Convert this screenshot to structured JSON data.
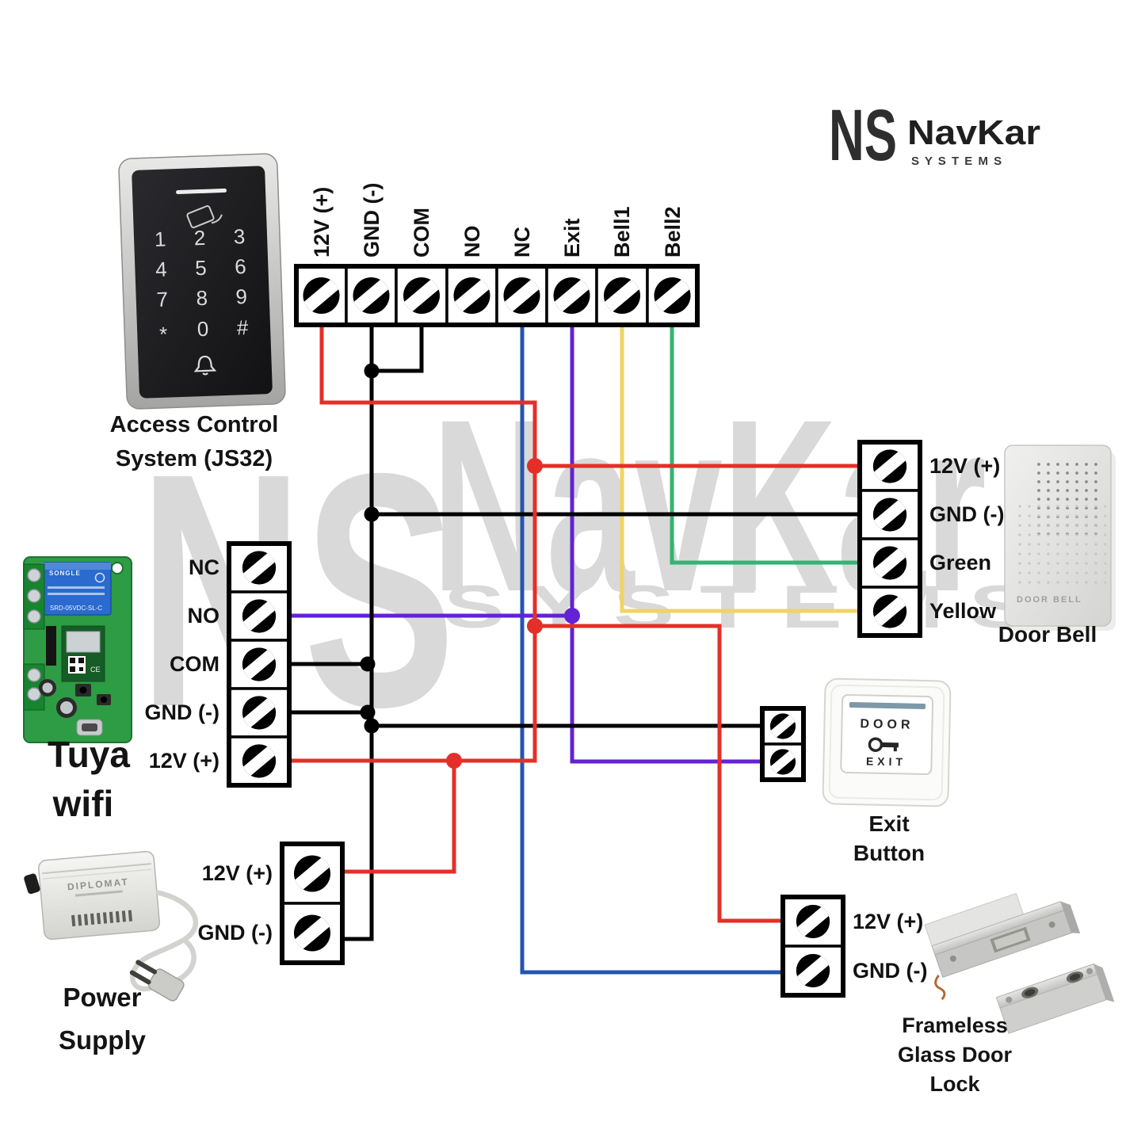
{
  "logo": {
    "monogram": "NS",
    "name": "NavKar",
    "systems": "S Y S T E M S"
  },
  "watermark": {
    "monogram": "NS",
    "name": "NavKar",
    "systems": "S Y S T E M S"
  },
  "main_block": {
    "labels": [
      "12V (+)",
      "GND (-)",
      "COM",
      "NO",
      "NC",
      "Exit",
      "Bell1",
      "Bell2"
    ]
  },
  "access_control": {
    "caption1": "Access Control",
    "caption2": "System (JS32)",
    "keys": [
      "1",
      "2",
      "3",
      "4",
      "5",
      "6",
      "7",
      "8",
      "9",
      "*",
      "0",
      "#"
    ]
  },
  "tuya": {
    "caption1": "Tuya",
    "caption2": "wifi",
    "labels": [
      "NC",
      "NO",
      "COM",
      "GND (-)",
      "12V (+)"
    ],
    "relay_brand": "SONGLE",
    "relay_model": "SRD-05VDC-SL-C",
    "module_mark": "CE"
  },
  "power_supply": {
    "caption1": "Power",
    "caption2": "Supply",
    "brand": "DIPLOMAT",
    "labels": [
      "12V (+)",
      "GND (-)"
    ]
  },
  "door_bell": {
    "caption": "Door Bell",
    "device_label": "DOOR BELL",
    "labels": [
      "12V (+)",
      "GND (-)",
      "Green",
      "Yellow"
    ]
  },
  "exit_button": {
    "caption1": "Exit",
    "caption2": "Button",
    "device_line1": "DOOR",
    "device_line2": "EXIT"
  },
  "glass_lock": {
    "caption1": "Frameless",
    "caption2": "Glass Door",
    "caption3": "Lock",
    "labels": [
      "12V (+)",
      "GND (-)"
    ]
  },
  "wire_colors": {
    "red": "#e42f28",
    "black": "#000000",
    "blue": "#2356b0",
    "purple": "#6322d4",
    "yellow": "#f0d462",
    "green": "#33b472"
  }
}
